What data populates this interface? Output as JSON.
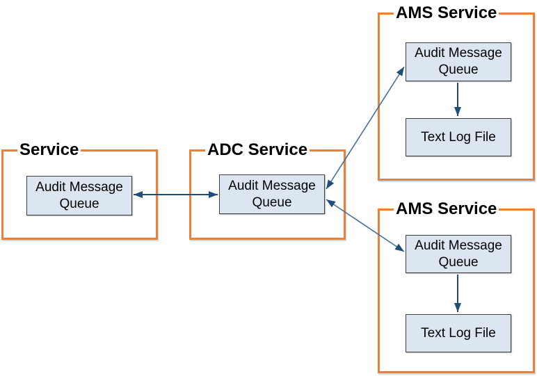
{
  "diagram": {
    "containers": [
      {
        "title": "Service",
        "nodes": [
          {
            "label": "Audit Message Queue"
          }
        ]
      },
      {
        "title": "ADC Service",
        "nodes": [
          {
            "label": "Audit Message Queue"
          }
        ]
      },
      {
        "title": "AMS Service",
        "nodes": [
          {
            "label": "Audit Message Queue"
          },
          {
            "label": "Text Log File"
          }
        ]
      },
      {
        "title": "AMS Service",
        "nodes": [
          {
            "label": "Audit Message Queue"
          },
          {
            "label": "Text Log File"
          }
        ]
      }
    ],
    "edges": [
      {
        "from": "Service: Audit Message Queue",
        "to": "ADC Service: Audit Message Queue",
        "direction": "bidirectional"
      },
      {
        "from": "ADC Service: Audit Message Queue",
        "to": "AMS Service (top): Audit Message Queue",
        "direction": "bidirectional"
      },
      {
        "from": "ADC Service: Audit Message Queue",
        "to": "AMS Service (bottom): Audit Message Queue",
        "direction": "bidirectional"
      },
      {
        "from": "AMS Service (top): Audit Message Queue",
        "to": "AMS Service (top): Text Log File",
        "direction": "one-way"
      },
      {
        "from": "AMS Service (bottom): Audit Message Queue",
        "to": "AMS Service (bottom): Text Log File",
        "direction": "one-way"
      }
    ],
    "colors": {
      "background": "#FFFFFF",
      "container_border": "#E8813C",
      "node_fill": "#DCE6F1",
      "node_border": "#404040",
      "arrow": "#1F4E79",
      "arrow_diagonal": "#41719C",
      "text": "#000000"
    }
  }
}
